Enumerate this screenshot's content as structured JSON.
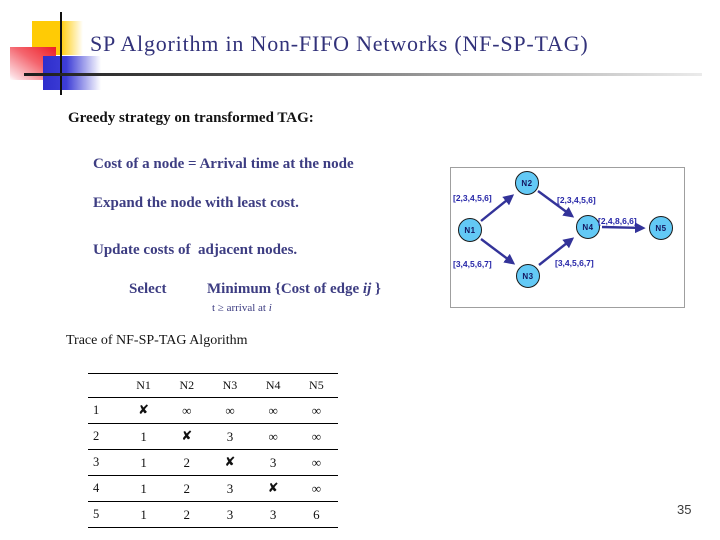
{
  "slide": {
    "title": "SP Algorithm in Non-FIFO Networks (NF-SP-TAG)",
    "page_number": "35"
  },
  "body": {
    "heading": "Greedy strategy on transformed TAG:",
    "bullets": [
      "Cost of a node = Arrival time at the node",
      "Expand the node with least cost.",
      "Update costs of  adjacent nodes."
    ],
    "select_label": "Select",
    "minimum": {
      "prefix": "Minimum {Cost of edge ",
      "var": "ij",
      "suffix": " }"
    },
    "constraint": {
      "prefix": "t ≥ arrival at ",
      "var": "i"
    }
  },
  "diagram": {
    "nodes": [
      {
        "id": "N1"
      },
      {
        "id": "N2"
      },
      {
        "id": "N3"
      },
      {
        "id": "N4"
      },
      {
        "id": "N5"
      }
    ],
    "edges": [
      {
        "from": "N1",
        "to": "N2",
        "label": "[2,3,4,5,6]"
      },
      {
        "from": "N2",
        "to": "N4",
        "label": "[2,3,4,5,6]"
      },
      {
        "from": "N1",
        "to": "N3",
        "label": "[3,4,5,6,7]"
      },
      {
        "from": "N3",
        "to": "N4",
        "label": "[3,4,5,6,7]"
      },
      {
        "from": "N4",
        "to": "N5",
        "label": "[2,4,8,6,6]"
      }
    ],
    "node_fill": "#63c9f5",
    "edge_color": "#333399"
  },
  "trace": {
    "title": "Trace of NF-SP-TAG Algorithm",
    "columns": [
      "N1",
      "N2",
      "N3",
      "N4",
      "N5"
    ],
    "rows": [
      {
        "step": "1",
        "cells": [
          "✘",
          "∞",
          "∞",
          "∞",
          "∞"
        ]
      },
      {
        "step": "2",
        "cells": [
          "1",
          "✘",
          "3",
          "∞",
          "∞"
        ]
      },
      {
        "step": "3",
        "cells": [
          "1",
          "2",
          "✘",
          "3",
          "∞"
        ]
      },
      {
        "step": "4",
        "cells": [
          "1",
          "2",
          "3",
          "✘",
          "∞"
        ]
      },
      {
        "step": "5",
        "cells": [
          "1",
          "2",
          "3",
          "3",
          "6"
        ]
      }
    ],
    "xmark_color": "#b1492f"
  }
}
